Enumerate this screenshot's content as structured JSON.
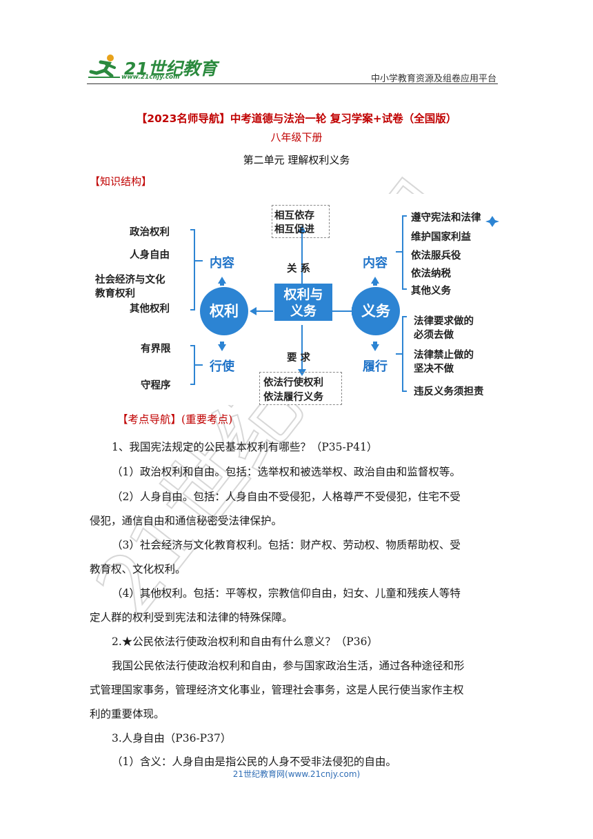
{
  "header": {
    "logo_text": "21世纪教育",
    "logo_url": "www.21cnjy.com",
    "right_text": "中小学教育资源及组卷应用平台"
  },
  "title": "【2023名师导航】中考道德与法治一轮 复习学案+试卷（全国版）",
  "subtitle": "八年级下册",
  "unit_title": "第二单元 理解权利义务",
  "knowledge_structure_label": "【知识结构】",
  "diagram": {
    "center": "权利与义务",
    "center_line1": "权利与",
    "center_line2": "义务",
    "relation_label": "关 系",
    "requirement_label": "要 求",
    "relation_box": [
      "相互依存",
      "相互促进"
    ],
    "requirement_box": [
      "依法行使权利",
      "依法履行义务"
    ],
    "rights": {
      "circle": "权利",
      "content_label": "内容",
      "exercise_label": "行使",
      "content_items": [
        "政治权利",
        "人身自由",
        "社会经济与文化",
        "教育权利",
        "其他权利"
      ],
      "exercise_items": [
        "有界限",
        "守程序"
      ]
    },
    "duties": {
      "circle": "义务",
      "content_label": "内容",
      "perform_label": "履行",
      "content_items": [
        "遵守宪法和法律",
        "维护国家利益",
        "依法服兵役",
        "依法纳税",
        "其他义务"
      ],
      "perform_items": [
        "法律要求做的",
        "必须去做",
        "法律禁止做的",
        "坚决不做",
        "违反义务须担责"
      ]
    }
  },
  "kaodian": {
    "label": "【考点导航】",
    "note": "(重要考点)"
  },
  "paragraphs": [
    "1、我国宪法规定的公民基本权利有哪些？（P35-P41）",
    "（1）政治权利和自由。包括：选举权和被选举权、政治自由和监督权等。",
    "（2）人身自由。包括：人身自由不受侵犯，人格尊严不受侵犯，住宅不受",
    "侵犯，通信自由和通信秘密受法律保护。",
    "（3）社会经济与文化教育权利。包括：财产权、劳动权、物质帮助权、受",
    "教育权、文化权利。",
    "（4）其他权利。包括：平等权，宗教信仰自由，妇女、儿童和残疾人等特",
    "定人群的权利受到宪法和法律的特殊保障。",
    "2.★公民依法行使政治权利和自由有什么意义？（P36）",
    "我国公民依法行使政治权利和自由，参与国家政治生活，通过各种途径和形",
    "式管理国家事务，管理经济文化事业，管理社会事务，这是人民行使当家作主权",
    "利的重要体现。",
    "3.人身自由（P36-P37）",
    "（1）含义：人身自由是指公民的人身不受非法侵犯的自由。"
  ],
  "footer": "21世纪教育网(www.21cnjy.com)",
  "watermark": "21世纪教育网",
  "colors": {
    "red": "#c00000",
    "blue": "#2c84d3",
    "green": "#2b8a3e",
    "link": "#2f6db5"
  }
}
